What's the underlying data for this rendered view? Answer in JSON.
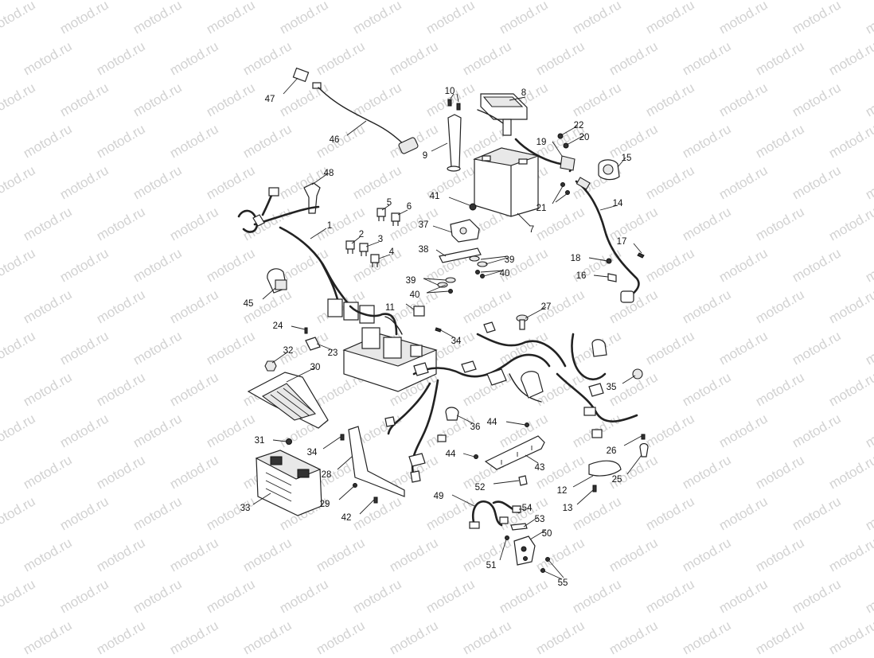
{
  "watermark": {
    "text": "motod.ru"
  },
  "callouts": [
    {
      "id": "1",
      "text": "1"
    },
    {
      "id": "2",
      "text": "2"
    },
    {
      "id": "3",
      "text": "3"
    },
    {
      "id": "4",
      "text": "4"
    },
    {
      "id": "5",
      "text": "5"
    },
    {
      "id": "6",
      "text": "6"
    },
    {
      "id": "7",
      "text": "7"
    },
    {
      "id": "8",
      "text": "8"
    },
    {
      "id": "9",
      "text": "9"
    },
    {
      "id": "10",
      "text": "10"
    },
    {
      "id": "11",
      "text": "11"
    },
    {
      "id": "12",
      "text": "12"
    },
    {
      "id": "13",
      "text": "13"
    },
    {
      "id": "14",
      "text": "14"
    },
    {
      "id": "15",
      "text": "15"
    },
    {
      "id": "16",
      "text": "16"
    },
    {
      "id": "17",
      "text": "17"
    },
    {
      "id": "18",
      "text": "18"
    },
    {
      "id": "19",
      "text": "19"
    },
    {
      "id": "20",
      "text": "20"
    },
    {
      "id": "21",
      "text": "21"
    },
    {
      "id": "22",
      "text": "22"
    },
    {
      "id": "23",
      "text": "23"
    },
    {
      "id": "24",
      "text": "24"
    },
    {
      "id": "25",
      "text": "25"
    },
    {
      "id": "26",
      "text": "26"
    },
    {
      "id": "27",
      "text": "27"
    },
    {
      "id": "28",
      "text": "28"
    },
    {
      "id": "29",
      "text": "29"
    },
    {
      "id": "30",
      "text": "30"
    },
    {
      "id": "31",
      "text": "31"
    },
    {
      "id": "32",
      "text": "32"
    },
    {
      "id": "33",
      "text": "33"
    },
    {
      "id": "34a",
      "text": "34"
    },
    {
      "id": "34b",
      "text": "34"
    },
    {
      "id": "35",
      "text": "35"
    },
    {
      "id": "36",
      "text": "36"
    },
    {
      "id": "37",
      "text": "37"
    },
    {
      "id": "38",
      "text": "38"
    },
    {
      "id": "39a",
      "text": "39"
    },
    {
      "id": "39b",
      "text": "39"
    },
    {
      "id": "40a",
      "text": "40"
    },
    {
      "id": "40b",
      "text": "40"
    },
    {
      "id": "41",
      "text": "41"
    },
    {
      "id": "42",
      "text": "42"
    },
    {
      "id": "43",
      "text": "43"
    },
    {
      "id": "44a",
      "text": "44"
    },
    {
      "id": "44b",
      "text": "44"
    },
    {
      "id": "45",
      "text": "45"
    },
    {
      "id": "46",
      "text": "46"
    },
    {
      "id": "47",
      "text": "47"
    },
    {
      "id": "48",
      "text": "48"
    },
    {
      "id": "49",
      "text": "49"
    },
    {
      "id": "50",
      "text": "50"
    },
    {
      "id": "51",
      "text": "51"
    },
    {
      "id": "52",
      "text": "52"
    },
    {
      "id": "53",
      "text": "53"
    },
    {
      "id": "54",
      "text": "54"
    },
    {
      "id": "55",
      "text": "55"
    }
  ]
}
